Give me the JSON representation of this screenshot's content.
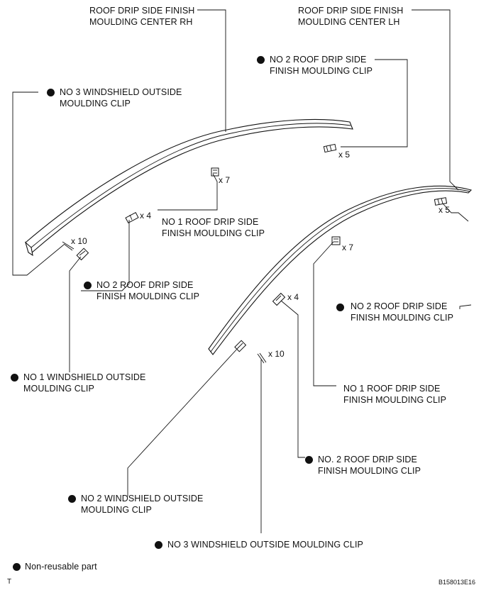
{
  "labels": {
    "center_rh_1": "ROOF DRIP SIDE FINISH",
    "center_rh_2": "MOULDING CENTER RH",
    "center_lh_1": "ROOF DRIP SIDE FINISH",
    "center_lh_2": "MOULDING CENTER LH",
    "no2_clip_top_1": "NO  2 ROOF DRIP SIDE",
    "no2_clip_top_2": "FINISH MOULDING CLIP",
    "no3_ws_top_1": "NO  3 WINDSHIELD OUTSIDE",
    "no3_ws_top_2": "MOULDING CLIP",
    "no1_clip_mid_1": "NO  1 ROOF DRIP SIDE",
    "no1_clip_mid_2": "FINISH MOULDING CLIP",
    "no2_clip_left_1": "NO  2 ROOF DRIP SIDE",
    "no2_clip_left_2": "FINISH MOULDING CLIP",
    "no2_clip_right_1": "NO  2 ROOF DRIP SIDE",
    "no2_clip_right_2": "FINISH MOULDING CLIP",
    "no1_ws_left_1": "NO  1 WINDSHIELD OUTSIDE",
    "no1_ws_left_2": "MOULDING CLIP",
    "no1_clip_right_1": "NO  1 ROOF DRIP SIDE",
    "no1_clip_right_2": "FINISH MOULDING CLIP",
    "no2_clip_lower_1": "NO. 2 ROOF DRIP SIDE",
    "no2_clip_lower_2": "FINISH MOULDING CLIP",
    "no2_ws_1": "NO  2 WINDSHIELD OUTSIDE",
    "no2_ws_2": "MOULDING CLIP",
    "no3_ws_bottom": "NO  3 WINDSHIELD OUTSIDE MOULDING CLIP"
  },
  "quantities": {
    "q_x5_top": "x 5",
    "q_x7_mid": "x 7",
    "q_x4_left": "x 4",
    "q_x10_left": "x 10",
    "q_x5_right": "x 5",
    "q_x7_right": "x 7",
    "q_x4_right": "x 4",
    "q_x10_bottom": "x 10"
  },
  "legend": {
    "text": "Non-reusable part"
  },
  "footer": {
    "corner_mark": "T",
    "code": "B158013E16"
  }
}
